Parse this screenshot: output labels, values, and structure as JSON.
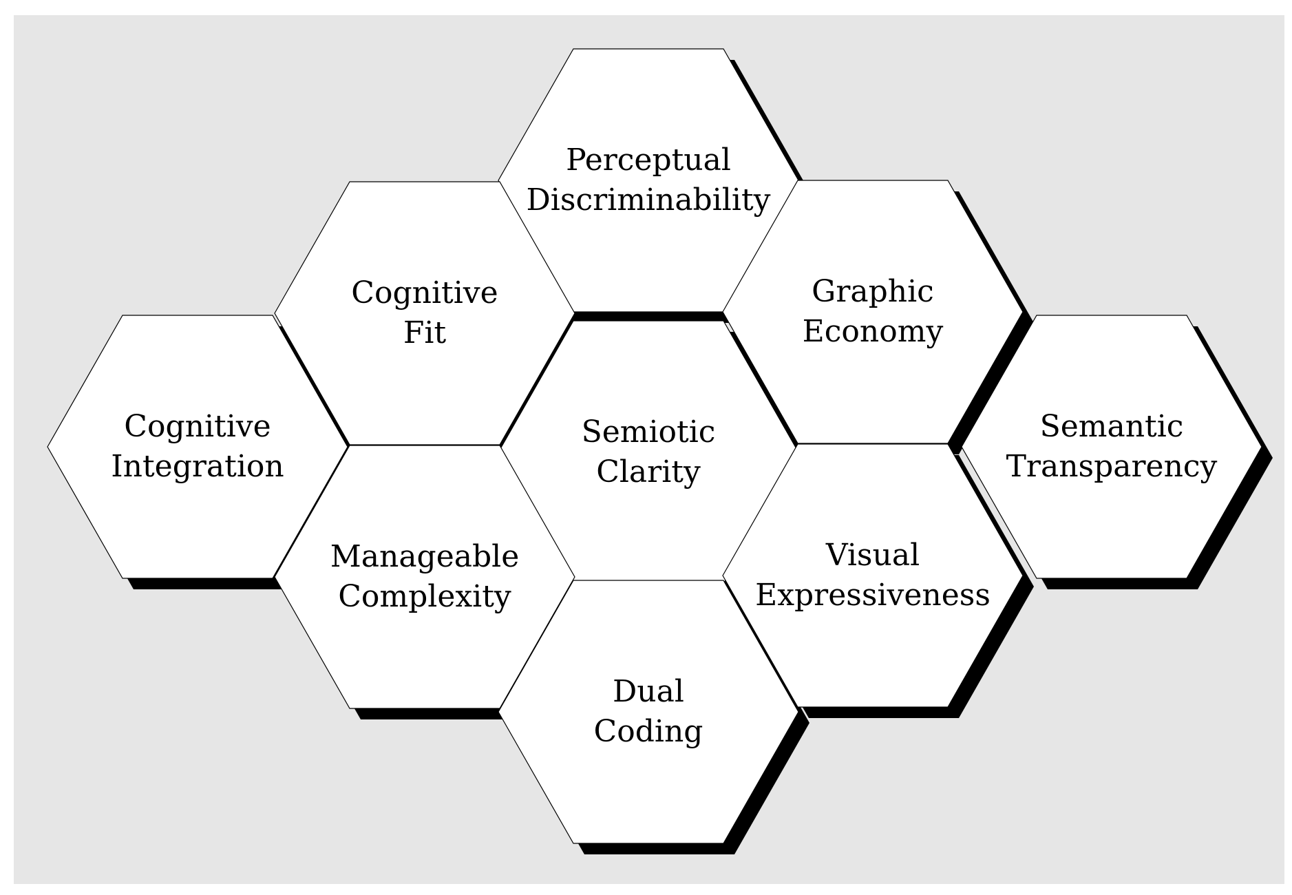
{
  "diagram": {
    "title": "Physics of Notations principles",
    "colors": {
      "background": "#e6e6e6",
      "hexagon_fill": "#ffffff",
      "hexagon_outline": "#000000",
      "shadow": "#000000",
      "text": "#000000"
    },
    "center": {
      "name": "semiotic-clarity",
      "lines": [
        "Semiotic",
        "Clarity"
      ]
    },
    "principles": [
      {
        "name": "perceptual-discriminability",
        "lines": [
          "Perceptual",
          "Discriminability"
        ]
      },
      {
        "name": "cognitive-fit",
        "lines": [
          "Cognitive",
          "Fit"
        ]
      },
      {
        "name": "graphic-economy",
        "lines": [
          "Graphic",
          "Economy"
        ]
      },
      {
        "name": "cognitive-integration",
        "lines": [
          "Cognitive",
          "Integration"
        ]
      },
      {
        "name": "semantic-transparency",
        "lines": [
          "Semantic",
          "Transparency"
        ]
      },
      {
        "name": "manageable-complexity",
        "lines": [
          "Manageable",
          "Complexity"
        ]
      },
      {
        "name": "visual-expressiveness",
        "lines": [
          "Visual",
          "Expressiveness"
        ]
      },
      {
        "name": "dual-coding",
        "lines": [
          "Dual",
          "Coding"
        ]
      }
    ]
  }
}
